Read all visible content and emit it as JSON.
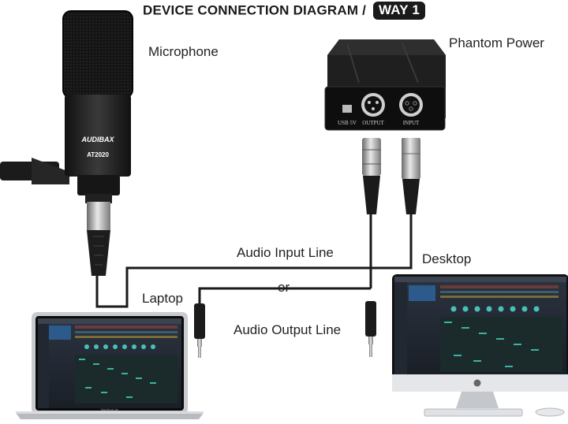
{
  "diagram": {
    "title": "DEVICE CONNECTION DIAGRAM /",
    "badge": "WAY 1",
    "labels": {
      "microphone": "Microphone",
      "phantom_power": "Phantom Power",
      "audio_input_line": "Audio Input Line",
      "desktop": "Desktop",
      "or": "or",
      "laptop": "Laptop",
      "audio_output_line": "Audio Output Line"
    },
    "device_text": {
      "mic_brand": "AUDIBAX",
      "mic_model": "AT2020",
      "port_usb": "USB 5V",
      "port_output": "OUTPUT",
      "port_input": "INPUT",
      "laptop_model": "MacBook Air"
    }
  }
}
